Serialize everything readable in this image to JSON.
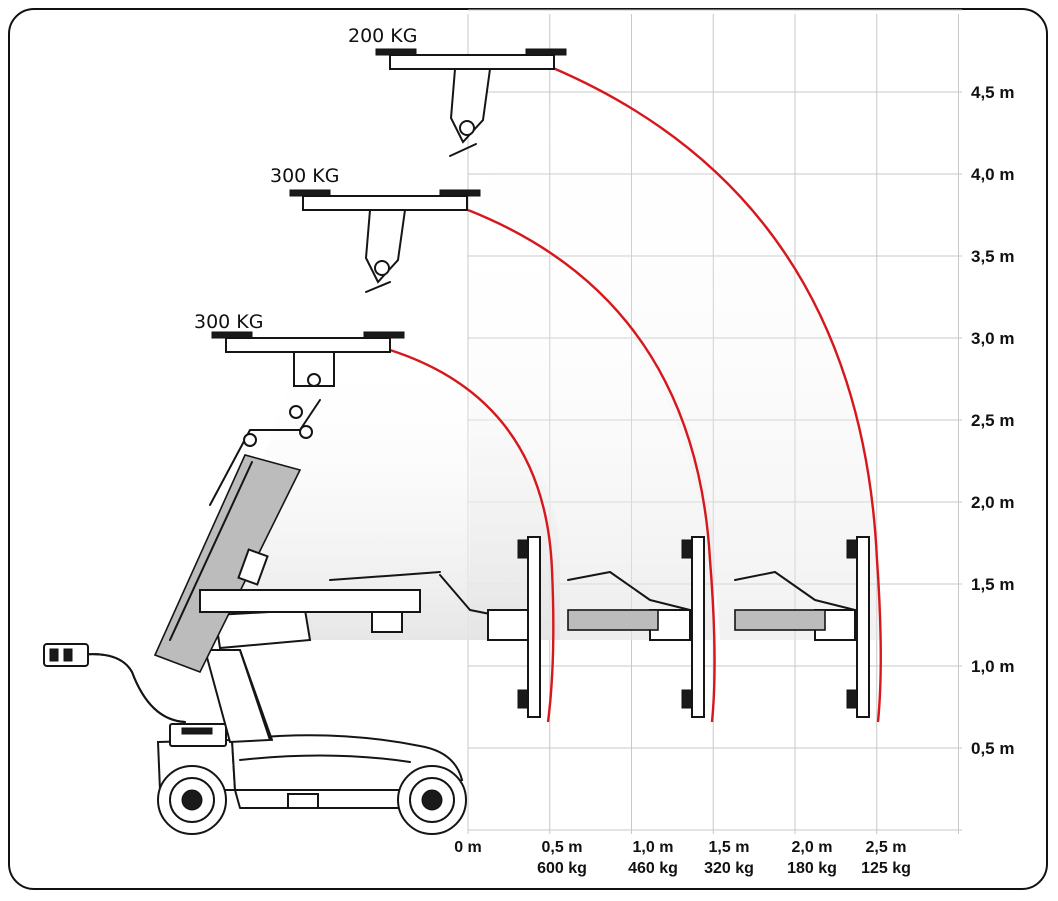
{
  "y_axis": {
    "ticks": [
      {
        "label": "4,5 m",
        "value": 4.5
      },
      {
        "label": "4,0 m",
        "value": 4.0
      },
      {
        "label": "3,5 m",
        "value": 3.5
      },
      {
        "label": "3,0 m",
        "value": 3.0
      },
      {
        "label": "2,5 m",
        "value": 2.5
      },
      {
        "label": "2,0 m",
        "value": 2.0
      },
      {
        "label": "1,5 m",
        "value": 1.5
      },
      {
        "label": "1,0 m",
        "value": 1.0
      },
      {
        "label": "0,5 m",
        "value": 0.5
      }
    ]
  },
  "x_axis": {
    "ticks": [
      {
        "label": "0 m",
        "value": 0.0,
        "load": ""
      },
      {
        "label": "0,5 m",
        "value": 0.5,
        "load": "600 kg"
      },
      {
        "label": "1,0 m",
        "value": 1.0,
        "load": "460 kg"
      },
      {
        "label": "1,5 m",
        "value": 1.5,
        "load": "320 kg"
      },
      {
        "label": "2,0 m",
        "value": 2.0,
        "load": "180 kg"
      },
      {
        "label": "2,5 m",
        "value": 2.5,
        "load": "125 kg"
      }
    ]
  },
  "lift_positions": [
    {
      "load_label": "300 KG",
      "top_height_m": 3.0,
      "reach_m": 0.5
    },
    {
      "load_label": "300 KG",
      "top_height_m": 3.9,
      "reach_m": 1.5
    },
    {
      "load_label": "200 KG",
      "top_height_m": 4.7,
      "reach_m": 2.5
    }
  ],
  "colors": {
    "arc": "#d6171c",
    "grid": "#c8c8c8",
    "machine": "#151515",
    "frame": "#111111"
  }
}
